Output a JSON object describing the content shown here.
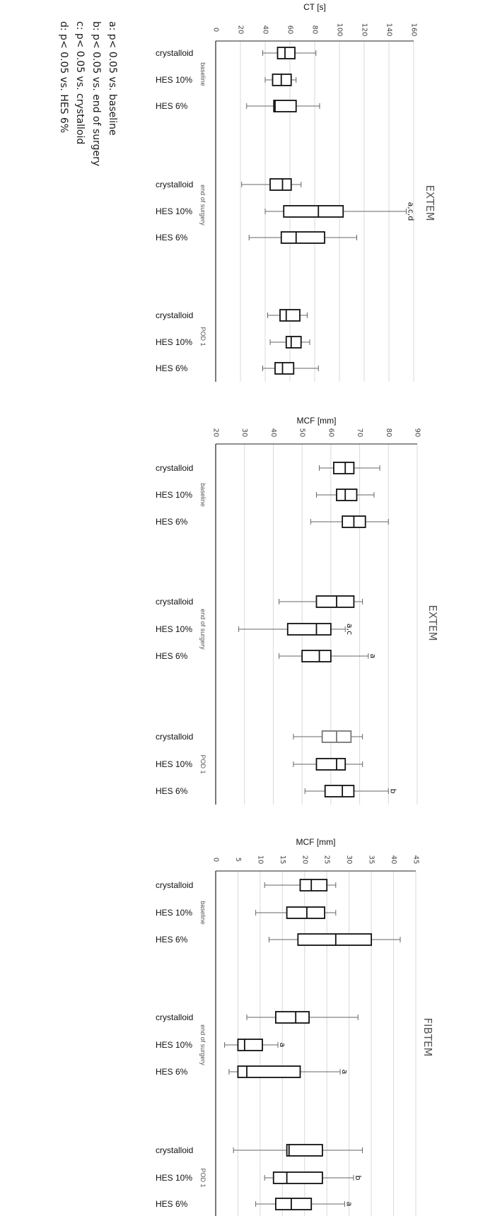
{
  "legend": [
    "a: p< 0.05 vs. baseline",
    "b: p< 0.05 vs. end of surgery",
    "c: p< 0.05 vs. crystalloid",
    "d: p< 0.05 vs. HES 6%"
  ],
  "colors": {
    "axis": "#222222",
    "grid": "#d9d9d9",
    "box_stroke": "#111111",
    "box_stroke_light": "#777777",
    "whisker": "#666666"
  },
  "chart_data": [
    {
      "type": "boxplot",
      "title": "EXTEM",
      "xlabel": "CT [s]",
      "xlim": [
        0,
        160
      ],
      "ticks": [
        "0",
        "20",
        "40",
        "60",
        "80",
        "100",
        "120",
        "140",
        "160"
      ],
      "tick_values": [
        0,
        20,
        40,
        60,
        80,
        100,
        120,
        140,
        160
      ],
      "groups": [
        {
          "label": "baseline",
          "items": [
            {
              "label": "crystalloid",
              "min": 38,
              "q1": 50,
              "median": 56,
              "q3": 64,
              "max": 81,
              "annotation": ""
            },
            {
              "label": "HES 10%",
              "min": 40,
              "q1": 46,
              "median": 53,
              "q3": 61,
              "max": 65,
              "annotation": ""
            },
            {
              "label": "HES 6%",
              "min": 25,
              "q1": 47,
              "median": 48,
              "q3": 65,
              "max": 84,
              "annotation": ""
            }
          ]
        },
        {
          "label": "end of surgery",
          "items": [
            {
              "label": "crystalloid",
              "min": 21,
              "q1": 44,
              "median": 54,
              "q3": 61,
              "max": 69,
              "annotation": ""
            },
            {
              "label": "HES 10%",
              "min": 40,
              "q1": 55,
              "median": 83,
              "q3": 103,
              "max": 154,
              "annotation": "a,c,d"
            },
            {
              "label": "HES 6%",
              "min": 27,
              "q1": 53,
              "median": 65,
              "q3": 88,
              "max": 114,
              "annotation": ""
            }
          ]
        },
        {
          "label": "POD 1",
          "items": [
            {
              "label": "crystalloid",
              "min": 42,
              "q1": 52,
              "median": 57,
              "q3": 68,
              "max": 74,
              "annotation": ""
            },
            {
              "label": "HES 10%",
              "min": 44,
              "q1": 57,
              "median": 61,
              "q3": 69,
              "max": 76,
              "annotation": ""
            },
            {
              "label": "HES 6%",
              "min": 38,
              "q1": 48,
              "median": 54,
              "q3": 63,
              "max": 83,
              "annotation": ""
            }
          ]
        }
      ]
    },
    {
      "type": "boxplot",
      "title": "EXTEM",
      "xlabel": "MCF [mm]",
      "xlim": [
        20,
        90
      ],
      "ticks": [
        "20",
        "30",
        "40",
        "50",
        "60",
        "70",
        "80",
        "90"
      ],
      "tick_values": [
        20,
        30,
        40,
        50,
        60,
        70,
        80,
        90
      ],
      "groups": [
        {
          "label": "baseline",
          "items": [
            {
              "label": "crystalloid",
              "min": 56,
              "q1": 61,
              "median": 65,
              "q3": 68,
              "max": 77,
              "annotation": ""
            },
            {
              "label": "HES 10%",
              "min": 55,
              "q1": 62,
              "median": 65,
              "q3": 69,
              "max": 75,
              "annotation": ""
            },
            {
              "label": "HES 6%",
              "min": 53,
              "q1": 64,
              "median": 68,
              "q3": 72,
              "max": 80,
              "annotation": ""
            }
          ]
        },
        {
          "label": "end of surgery",
          "items": [
            {
              "label": "crystalloid",
              "min": 42,
              "q1": 55,
              "median": 62,
              "q3": 68,
              "max": 71,
              "annotation": ""
            },
            {
              "label": "HES 10%",
              "min": 28,
              "q1": 45,
              "median": 55,
              "q3": 60,
              "max": 65,
              "annotation": "a,c"
            },
            {
              "label": "HES 6%",
              "min": 42,
              "q1": 50,
              "median": 56,
              "q3": 60,
              "max": 73,
              "annotation": "a"
            }
          ]
        },
        {
          "label": "POD 1",
          "items": [
            {
              "label": "crystalloid",
              "min": 47,
              "q1": 57,
              "median": 62,
              "q3": 67,
              "max": 71,
              "annotation": "",
              "style": "light"
            },
            {
              "label": "HES 10%",
              "min": 47,
              "q1": 55,
              "median": 62,
              "q3": 65,
              "max": 71,
              "annotation": ""
            },
            {
              "label": "HES 6%",
              "min": 51,
              "q1": 58,
              "median": 64,
              "q3": 68,
              "max": 80,
              "annotation": "b"
            }
          ]
        }
      ]
    },
    {
      "type": "boxplot",
      "title": "FIBTEM",
      "xlabel": "MCF [mm]",
      "xlim": [
        0,
        45
      ],
      "ticks": [
        "0",
        "5",
        "10",
        "15",
        "20",
        "25",
        "30",
        "35",
        "40",
        "45"
      ],
      "tick_values": [
        0,
        5,
        10,
        15,
        20,
        25,
        30,
        35,
        40,
        45
      ],
      "groups": [
        {
          "label": "baseline",
          "items": [
            {
              "label": "crystalloid",
              "min": 11,
              "q1": 19,
              "median": 21.5,
              "q3": 25,
              "max": 27,
              "annotation": ""
            },
            {
              "label": "HES 10%",
              "min": 9,
              "q1": 16,
              "median": 20.5,
              "q3": 24.5,
              "max": 27,
              "annotation": ""
            },
            {
              "label": "HES 6%",
              "min": 12,
              "q1": 18.5,
              "median": 27,
              "q3": 35,
              "max": 41.5,
              "annotation": ""
            }
          ]
        },
        {
          "label": "end of surgery",
          "items": [
            {
              "label": "crystalloid",
              "min": 7,
              "q1": 13.5,
              "median": 18,
              "q3": 21,
              "max": 32,
              "annotation": ""
            },
            {
              "label": "HES 10%",
              "min": 2,
              "q1": 5,
              "median": 6.5,
              "q3": 10.5,
              "max": 14,
              "annotation": "a"
            },
            {
              "label": "HES 6%",
              "min": 3,
              "q1": 5,
              "median": 7,
              "q3": 19,
              "max": 28,
              "annotation": "a"
            }
          ]
        },
        {
          "label": "POD 1",
          "items": [
            {
              "label": "crystalloid",
              "min": 4,
              "q1": 16,
              "median": 16.5,
              "q3": 24,
              "max": 33,
              "annotation": ""
            },
            {
              "label": "HES 10%",
              "min": 11,
              "q1": 13,
              "median": 16,
              "q3": 24,
              "max": 31,
              "annotation": "b"
            },
            {
              "label": "HES 6%",
              "min": 9,
              "q1": 13.5,
              "median": 17,
              "q3": 21.5,
              "max": 29,
              "annotation": "a"
            }
          ]
        }
      ]
    }
  ]
}
